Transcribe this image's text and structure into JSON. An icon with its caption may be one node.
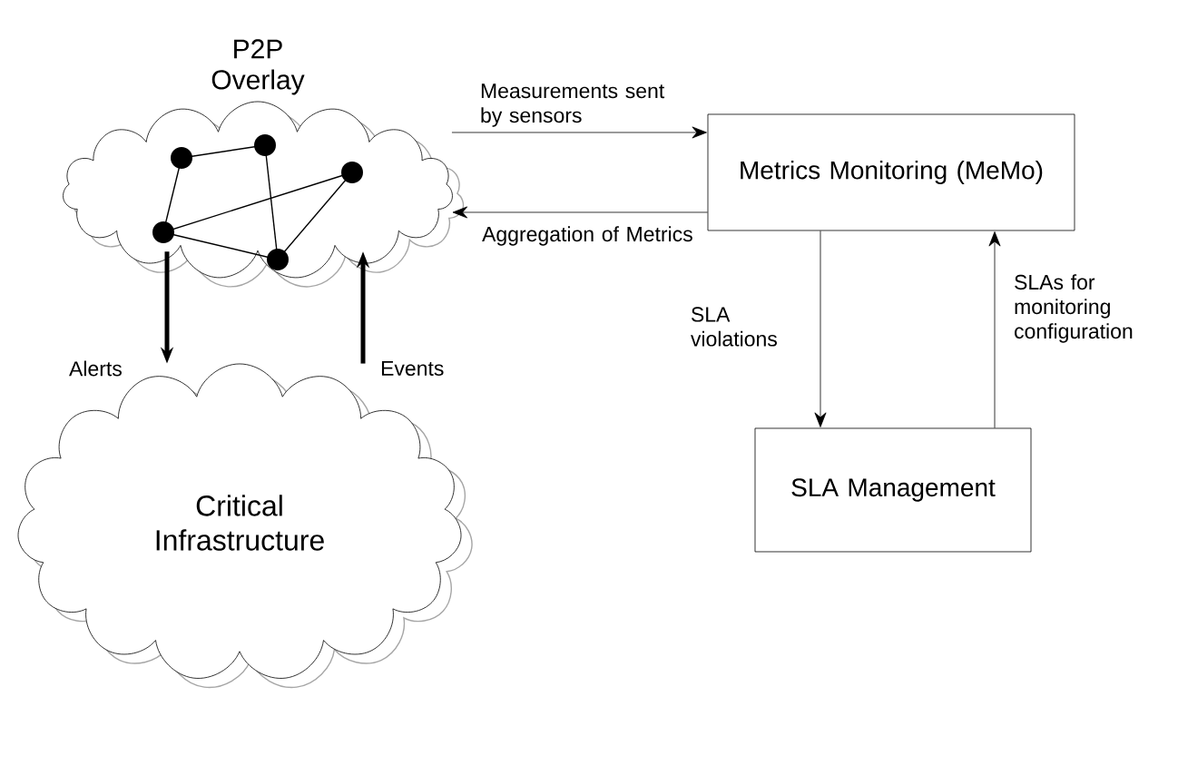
{
  "diagram": {
    "nodes": [
      {
        "text": [
          "P2P Overlay"
        ]
      },
      {
        "text": [
          "Critical Infrastructure"
        ]
      },
      {
        "text": [
          "Metrics Monitoring (MeMo)"
        ]
      },
      {
        "text": [
          "SLA Management"
        ]
      }
    ],
    "edges": [
      {
        "from": 0,
        "to": 2,
        "arrow": "to",
        "label": "Measurements sent by sensors"
      },
      {
        "from": 2,
        "to": 0,
        "arrow": "to",
        "label": "Aggregation of Metrics"
      },
      {
        "from": 0,
        "to": 1,
        "arrow": "to",
        "label": "Alerts",
        "style": "thick"
      },
      {
        "from": 1,
        "to": 0,
        "arrow": "to",
        "label": "Events",
        "style": "thick"
      },
      {
        "from": 2,
        "to": 3,
        "arrow": "to",
        "label": "SLA violations"
      },
      {
        "from": 3,
        "to": 2,
        "arrow": "to",
        "label": "SLAs for monitoring configuration"
      }
    ]
  }
}
